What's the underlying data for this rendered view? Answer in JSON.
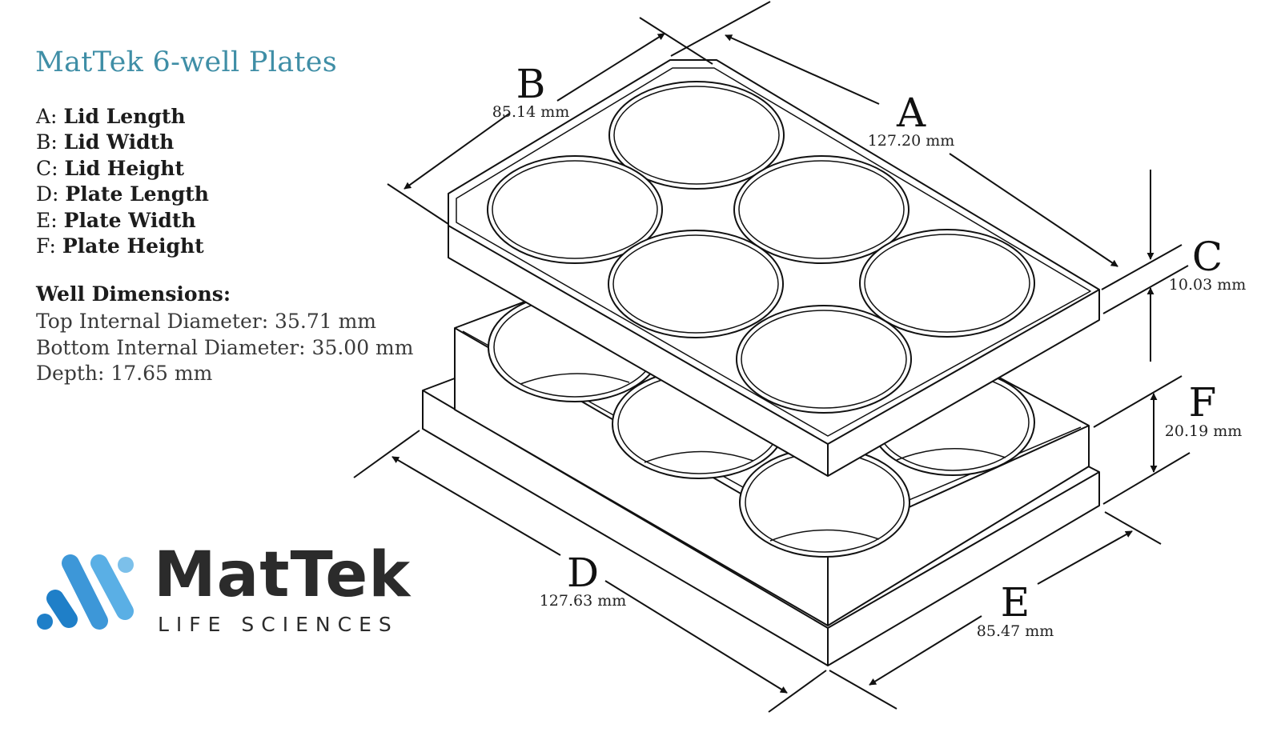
{
  "title": "MatTek 6-well Plates",
  "legend": [
    {
      "key": "A:",
      "label": "Lid Length"
    },
    {
      "key": "B:",
      "label": "Lid Width"
    },
    {
      "key": "C:",
      "label": "Lid Height"
    },
    {
      "key": "D:",
      "label": "Plate Length"
    },
    {
      "key": "E:",
      "label": "Plate Width"
    },
    {
      "key": "F:",
      "label": "Plate Height"
    }
  ],
  "well": {
    "heading": "Well Dimensions:",
    "top_diameter": "Top Internal Diameter: 35.71 mm",
    "bottom_diameter": "Bottom Internal Diameter: 35.00 mm",
    "depth": "Depth: 17.65 mm"
  },
  "dimensions": {
    "A": {
      "letter": "A",
      "value": "127.20 mm"
    },
    "B": {
      "letter": "B",
      "value": "85.14 mm"
    },
    "C": {
      "letter": "C",
      "value": "10.03 mm"
    },
    "D": {
      "letter": "D",
      "value": "127.63 mm"
    },
    "E": {
      "letter": "E",
      "value": "85.47 mm"
    },
    "F": {
      "letter": "F",
      "value": "20.19 mm"
    }
  },
  "logo": {
    "brand": "MatTek",
    "tagline": "LIFE SCIENCES",
    "colors": {
      "light": "#7cc0ea",
      "mid": "#4aa3df",
      "dark": "#1f7fc8"
    }
  },
  "colors": {
    "title": "#3f8ea6",
    "line": "#111111"
  }
}
